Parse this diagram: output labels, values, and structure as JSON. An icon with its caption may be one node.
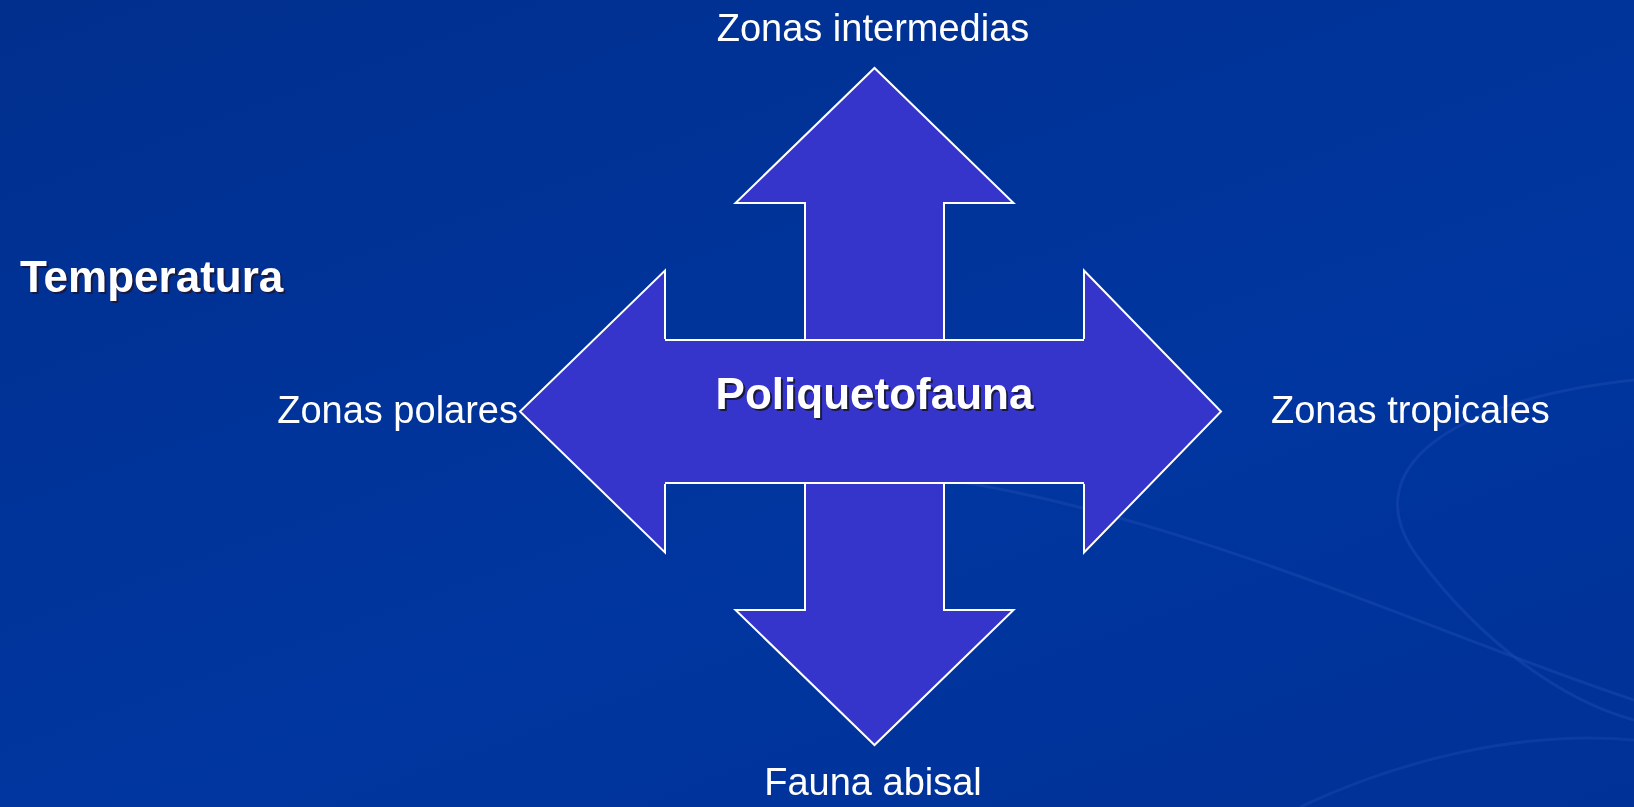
{
  "diagram": {
    "title": "Temperatura",
    "nodes": [
      {
        "text": [
          "Poliquetofauna"
        ]
      },
      {
        "text": [
          "Zonas intermedias"
        ]
      },
      {
        "text": [
          "Zonas polares"
        ]
      },
      {
        "text": [
          "Zonas tropicales"
        ]
      },
      {
        "text": [
          "Fauna abisal"
        ]
      }
    ],
    "edges": [
      {
        "from": 0,
        "to": 1,
        "arrow": "to",
        "style": "thick"
      },
      {
        "from": 0,
        "to": 2,
        "arrow": "to",
        "style": "thick"
      },
      {
        "from": 0,
        "to": 3,
        "arrow": "to",
        "style": "thick"
      },
      {
        "from": 0,
        "to": 4,
        "arrow": "to",
        "style": "thick"
      }
    ]
  }
}
